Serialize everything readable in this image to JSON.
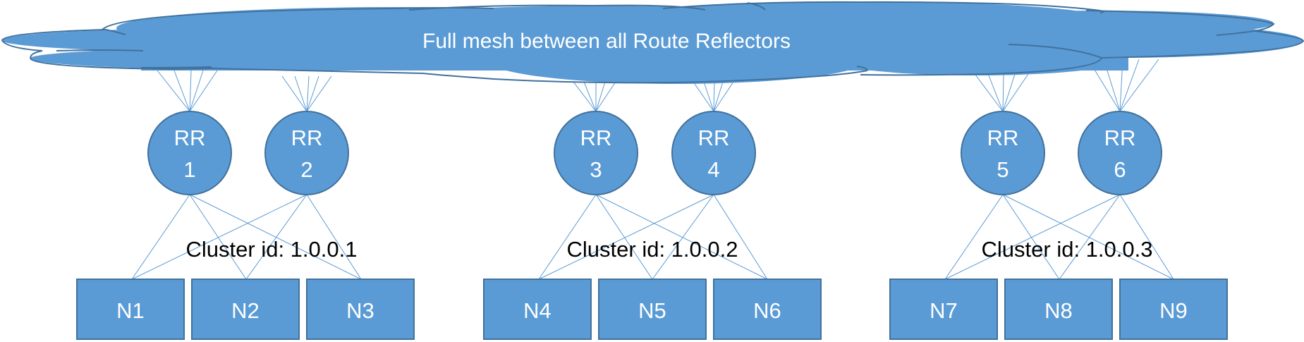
{
  "title": "Route Reflector clusters with full mesh",
  "colors": {
    "shape_fill": "#5B9BD5",
    "shape_stroke": "#41719C",
    "link": "#5B9BD5",
    "label_on_shape": "#FFFFFF",
    "label_plain": "#000000"
  },
  "mesh": {
    "label": "Full mesh between all Route Reflectors",
    "icon": "cloud-shape"
  },
  "clusters": [
    {
      "label": "Cluster id: 1.0.0.1",
      "route_reflectors": [
        {
          "line1": "RR",
          "line2": "1"
        },
        {
          "line1": "RR",
          "line2": "2"
        }
      ],
      "nodes": [
        "N1",
        "N2",
        "N3"
      ]
    },
    {
      "label": "Cluster id: 1.0.0.2",
      "route_reflectors": [
        {
          "line1": "RR",
          "line2": "3"
        },
        {
          "line1": "RR",
          "line2": "4"
        }
      ],
      "nodes": [
        "N4",
        "N5",
        "N6"
      ]
    },
    {
      "label": "Cluster id: 1.0.0.3",
      "route_reflectors": [
        {
          "line1": "RR",
          "line2": "5"
        },
        {
          "line1": "RR",
          "line2": "6"
        }
      ],
      "nodes": [
        "N7",
        "N8",
        "N9"
      ]
    }
  ],
  "mesh_links_per_route_reflector": 5,
  "links": "each route reflector connects to every node in its cluster"
}
